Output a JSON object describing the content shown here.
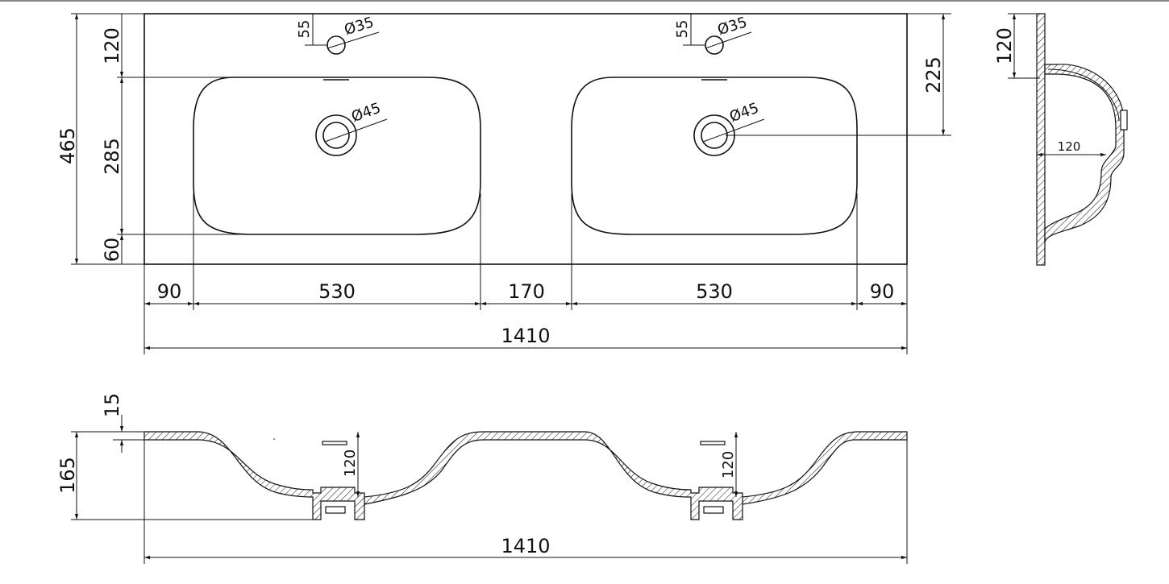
{
  "top_view": {
    "width_dims": [
      "90",
      "530",
      "170",
      "530",
      "90"
    ],
    "overall_width": "1410",
    "overall_depth": "465",
    "left_dims": [
      "120",
      "285",
      "60"
    ],
    "right_dim": "225",
    "tap_hole_offset": "55",
    "tap_hole_diameter": "Ø35",
    "drain_diameter": "Ø45"
  },
  "side_view": {
    "top_dim": "120",
    "depth_dim": "120"
  },
  "front_view": {
    "rim_thickness": "15",
    "height": "165",
    "bowl_depth": "120",
    "overall_width": "1410"
  }
}
